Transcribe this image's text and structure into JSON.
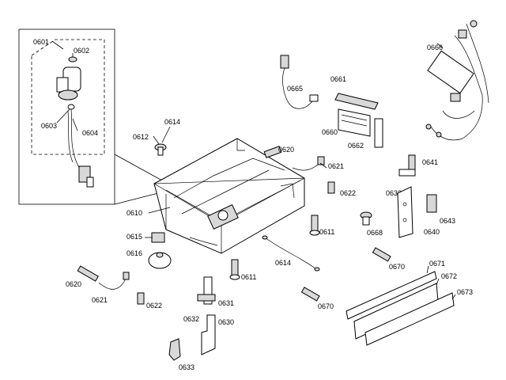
{
  "diagram": {
    "labels": {
      "p0601": "0601",
      "p0602": "0602",
      "p0603": "0603",
      "p0604": "0604",
      "p0610": "0610",
      "p0612": "0612",
      "p0614a": "0614",
      "p0614b": "0614",
      "p0615": "0615",
      "p0616": "0616",
      "p0620a": "0620",
      "p0620b": "0620",
      "p0621a": "0621",
      "p0621b": "0621",
      "p0622a": "0622",
      "p0622b": "0622",
      "p0630": "0630",
      "p0631": "0631",
      "p0632a": "0632",
      "p0632b": "0632",
      "p0633": "0633",
      "p0640": "0640",
      "p0641": "0641",
      "p0643": "0643",
      "p0660": "0660",
      "p0661": "0661",
      "p0662": "0662",
      "p0665": "0665",
      "p0666": "0666",
      "p0668": "0668",
      "p0670a": "0670",
      "p0670b": "0670",
      "p0671": "0671",
      "p0672": "0672",
      "p0673": "0673",
      "p0611a": "0611",
      "p0611b": "0611"
    }
  }
}
